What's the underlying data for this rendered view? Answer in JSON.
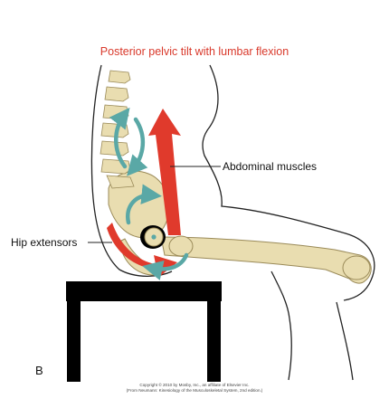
{
  "diagram": {
    "title": "Posterior pelvic tilt with lumbar flexion",
    "labels": {
      "abdominal": "Abdominal muscles",
      "hip": "Hip extensors"
    },
    "panel_letter": "B",
    "copyright_line1": "Copyright © 2010 by Mosby, Inc., an affiliate of Elsevier Inc.",
    "copyright_line2": "(From Neumann: Kinesiology of the Musculoskeletal System, 2nd edition.)"
  },
  "colors": {
    "muscle_red": "#e03a2c",
    "rotation_teal": "#5aa8a6",
    "bone": "#e9ddb0",
    "title_red": "#d9392b"
  }
}
